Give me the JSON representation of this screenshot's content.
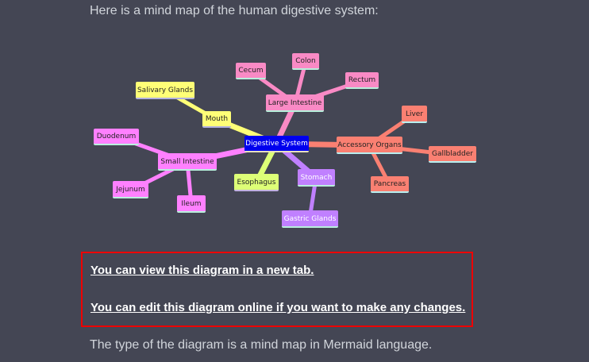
{
  "intro": "Here is a mind map of the human digestive system:",
  "mindmap": {
    "root": "Digestive System",
    "large_intestine": "Large Intestine",
    "cecum": "Cecum",
    "colon": "Colon",
    "rectum": "Rectum",
    "mouth": "Mouth",
    "salivary_glands": "Salivary Glands",
    "small_intestine": "Small Intestine",
    "duodenum": "Duodenum",
    "jejunum": "Jejunum",
    "ileum": "Ileum",
    "esophagus": "Esophagus",
    "stomach": "Stomach",
    "gastric_glands": "Gastric Glands",
    "accessory_organs": "Accessory Organs",
    "liver": "Liver",
    "gallbladder": "Gallbladder",
    "pancreas": "Pancreas",
    "colors": {
      "root": "#0000ee",
      "large_intestine": "#f98ac5",
      "mouth": "#ffff77",
      "small_intestine": "#ff80ff",
      "esophagus": "#ddff77",
      "stomach": "#c080ff",
      "accessory_organs": "#fa8072"
    }
  },
  "links": {
    "view": "You can view this diagram in a new tab.",
    "edit": "You can edit this diagram online if you want to make any changes."
  },
  "outro": "The type of the diagram is a mind map in Mermaid language."
}
